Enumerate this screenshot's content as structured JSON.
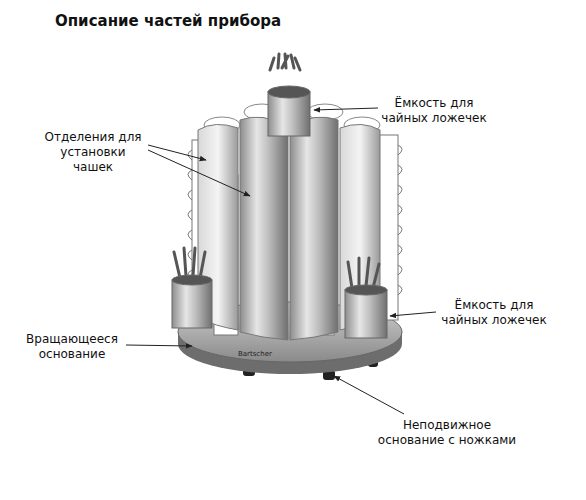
{
  "diagram": {
    "title": "Описание частей прибора",
    "labels": [
      "Ёмкость для чайных ложечек",
      "Отделения для установки чашек",
      "Ёмкость для чайных ложечек",
      "Вращающееся основание",
      "Неподвижное основание с ножками",
      "Bartscher"
    ]
  }
}
